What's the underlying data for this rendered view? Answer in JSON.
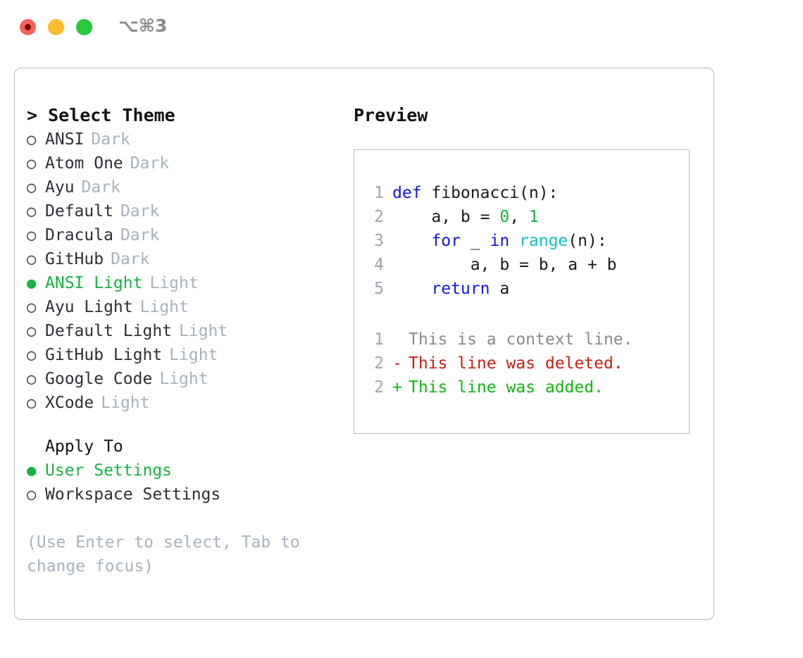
{
  "titlebar": {
    "shortcut": "⌥⌘3",
    "buttons": {
      "close": "close-button",
      "minimize": "minimize-button",
      "maximize": "maximize-button"
    }
  },
  "left": {
    "header": "> Select Theme",
    "themes": [
      {
        "bullet": "○",
        "name": "ANSI",
        "category": "Dark",
        "selected": false
      },
      {
        "bullet": "○",
        "name": "Atom One",
        "category": "Dark",
        "selected": false
      },
      {
        "bullet": "○",
        "name": "Ayu",
        "category": "Dark",
        "selected": false
      },
      {
        "bullet": "○",
        "name": "Default",
        "category": "Dark",
        "selected": false
      },
      {
        "bullet": "○",
        "name": "Dracula",
        "category": "Dark",
        "selected": false
      },
      {
        "bullet": "○",
        "name": "GitHub",
        "category": "Dark",
        "selected": false
      },
      {
        "bullet": "●",
        "name": "ANSI Light",
        "category": "Light",
        "selected": true
      },
      {
        "bullet": "○",
        "name": "Ayu Light",
        "category": "Light",
        "selected": false
      },
      {
        "bullet": "○",
        "name": "Default Light",
        "category": "Light",
        "selected": false
      },
      {
        "bullet": "○",
        "name": "GitHub Light",
        "category": "Light",
        "selected": false
      },
      {
        "bullet": "○",
        "name": "Google Code",
        "category": "Light",
        "selected": false
      },
      {
        "bullet": "○",
        "name": "XCode",
        "category": "Light",
        "selected": false
      }
    ],
    "apply_to_header": "Apply To",
    "apply_to": [
      {
        "bullet": "●",
        "name": "User Settings",
        "selected": true
      },
      {
        "bullet": "○",
        "name": "Workspace Settings",
        "selected": false
      }
    ],
    "hint": "(Use Enter to select, Tab to change focus)"
  },
  "right": {
    "title": "Preview",
    "code": [
      {
        "n": "1",
        "tokens": [
          {
            "t": "def ",
            "c": "kw"
          },
          {
            "t": "fibonacci(n):",
            "c": "pl"
          }
        ]
      },
      {
        "n": "2",
        "tokens": [
          {
            "t": "    a, b = ",
            "c": "pl"
          },
          {
            "t": "0",
            "c": "num"
          },
          {
            "t": ", ",
            "c": "pl"
          },
          {
            "t": "1",
            "c": "num"
          }
        ]
      },
      {
        "n": "3",
        "tokens": [
          {
            "t": "    ",
            "c": "pl"
          },
          {
            "t": "for",
            "c": "kw"
          },
          {
            "t": " _ ",
            "c": "pl"
          },
          {
            "t": "in",
            "c": "kw"
          },
          {
            "t": " ",
            "c": "pl"
          },
          {
            "t": "range",
            "c": "fn"
          },
          {
            "t": "(n):",
            "c": "pl"
          }
        ]
      },
      {
        "n": "4",
        "tokens": [
          {
            "t": "        a, b = b, a + b",
            "c": "pl"
          }
        ]
      },
      {
        "n": "5",
        "tokens": [
          {
            "t": "    ",
            "c": "pl"
          },
          {
            "t": "return",
            "c": "kw"
          },
          {
            "t": " a",
            "c": "pl"
          }
        ]
      }
    ],
    "diff": [
      {
        "n": "1",
        "mark": " ",
        "text": "This is a context line.",
        "kind": "ctx"
      },
      {
        "n": "2",
        "mark": "-",
        "text": "This line was deleted.",
        "kind": "del"
      },
      {
        "n": "2",
        "mark": "+",
        "text": "This line was added.",
        "kind": "add"
      }
    ]
  },
  "colors": {
    "accent_green": "#16b341",
    "muted": "#a7b1c0",
    "border": "#aeb8c6",
    "keyword": "#1414f0",
    "function": "#0fc2c2",
    "number": "#16b341",
    "diff_delete": "#c91f11",
    "diff_add": "#12b712",
    "close": "#fb6159",
    "minimize": "#fdbd2e",
    "maximize": "#27c93f"
  }
}
